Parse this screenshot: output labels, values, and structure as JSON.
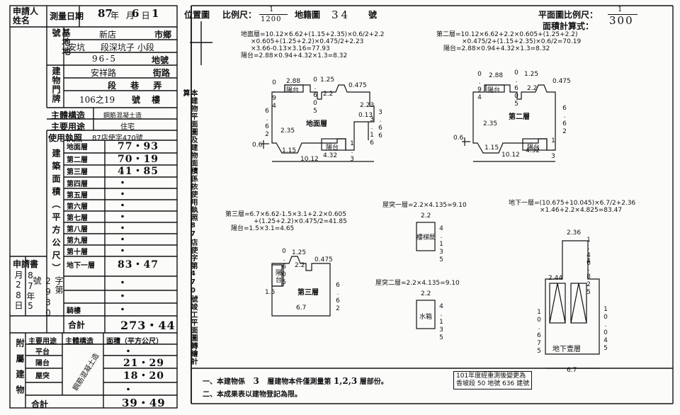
{
  "left_table": {
    "applicant_label": "申請人姓名",
    "survey_date_label": "測量日期",
    "survey_date_year": "87",
    "survey_date_month": "6",
    "survey_date_day": "1",
    "survey_date_text": "年  月  日",
    "base_label": "基地地號",
    "city_suffix": "市鄉",
    "city_value": "新店",
    "section_value": "安坑",
    "subsection_value": "段深坑子 小段",
    "lot_number": "96-5",
    "lot_suffix": "地號",
    "building_label": "建物門牌",
    "road_value": "安祥路",
    "road_suffix": "街路",
    "lane_row": "段  巷  弄",
    "house_no": "106之19",
    "house_suffix": "號  樓",
    "structure_label": "主體構造",
    "structure_value": "鋼筋混凝土造",
    "usage_label": "主要用途",
    "usage_value": "住宅",
    "permit_label": "使用執照",
    "permit_value": "87店使字470號",
    "area_side_label": "建築面積（平方公尺）",
    "floors": [
      {
        "name": "地面層",
        "area": "77・93"
      },
      {
        "name": "第二層",
        "area": "70・19"
      },
      {
        "name": "第三層",
        "area": "41・85"
      },
      {
        "name": "第四層",
        "area": "・"
      },
      {
        "name": "第五層",
        "area": "・"
      },
      {
        "name": "第六層",
        "area": "・"
      },
      {
        "name": "第七層",
        "area": "・"
      },
      {
        "name": "第八層",
        "area": "・"
      },
      {
        "name": "第九層",
        "area": "・"
      },
      {
        "name": "第十層",
        "area": "・"
      },
      {
        "name": "地下一層",
        "area": "83・47"
      },
      {
        "name": "",
        "area": "・"
      },
      {
        "name": "",
        "area": "・"
      },
      {
        "name": "騎樓",
        "area": "・"
      }
    ],
    "total_label": "合計",
    "total_value": "273・44",
    "apply_label": "申請書",
    "apply_date": "87年5月28日",
    "apply_no": "字第2930號",
    "annex_label": "附屬建物",
    "annex_headers": [
      "主要用途",
      "主體構造",
      "面積（平方公尺）"
    ],
    "annex_rows": [
      {
        "use": "平台",
        "area": "・"
      },
      {
        "use": "陽台",
        "area": "21・29"
      },
      {
        "use": "屋突",
        "area": "18・20"
      },
      {
        "use": "",
        "area": "・"
      }
    ],
    "annex_structure": "鋼筋混凝土造",
    "annex_total_label": "合計",
    "annex_total_value": "39・49"
  },
  "middle_note": {
    "text": "本建物平面圖及建物面積係依使用執照87店使字第470號竣工平面圖轉繪計算"
  },
  "header": {
    "location_label": "位置圖",
    "scale_label": "比例尺：",
    "scale_num": "1",
    "scale_den": "1200",
    "cadastral_label": "地籍圖",
    "cadastral_no": "34",
    "cadastral_suffix": "號",
    "plan_scale_label": "平面圖比例尺：",
    "plan_scale_num": "1",
    "plan_scale_den": "300",
    "calc_label": "面積計算式："
  },
  "formulas": {
    "ground": [
      "地面層=10.12×6.62+(1.15+2.35)×0.6/2+2.2",
      "×0.605+(1.25+2.2)×0.475/2+2.23",
      "×3.66-0.13×3.16=77.93",
      "陽台=2.88×0.94+4.32×1.3=8.32"
    ],
    "second": [
      "第二層=10.12×6.62+2.2×0.605+(1.25+2.2)",
      "×0.475/2+(1.15+2.35)×0.6/2=70.19",
      "陽台=2.88×0.94+4.32×1.3=8.32"
    ],
    "third": [
      "第三層=6.7×6.62-1.5×3.1+2.2×0.605",
      "+(1.25+2.2)×0.475/2=41.85",
      "陽台=1.5×3.1=4.65"
    ],
    "roof1": "屋突一層=2.2×4.135=9.10",
    "roof2": "屋突二層=2.2×4.135=9.10",
    "basement": [
      "地下一層=(10.675+10.045)×6.7/2+2.36",
      "×1.46+2.2×4.825=83.47"
    ]
  },
  "plans": {
    "ground_label": "地面層",
    "second_label": "第二層",
    "third_label": "第三層",
    "balcony_label": "陽台",
    "stair_label": "樓梯間",
    "water_label": "水箱",
    "basement_label": "地下壹層",
    "dims": {
      "d288": "2.88",
      "d125": "1.25",
      "d094": "0.94",
      "d0605": "0.605",
      "d0475": "0.475",
      "d22": "2.2",
      "d223": "2.23",
      "d013": "0.13",
      "d366": "3.66",
      "d316": "3.16",
      "d662": "6.62",
      "d235": "2.35",
      "d06": "0.6",
      "d115": "1.15",
      "d432": "4.32",
      "d13": "1.3",
      "d1012": "10.12",
      "d67": "6.7",
      "d15": "1.5",
      "d4135": "4.135",
      "d236": "2.36",
      "d146": "1.46",
      "d4825": "4.825",
      "d244": "2.44",
      "d10675": "10.675",
      "d10045": "10.045"
    }
  },
  "footer": {
    "note1_prefix": "一、本建物係",
    "note1_floors": "3",
    "note1_mid": "層建物本件僅測量第",
    "note1_parts": "1,2,3",
    "note1_suffix": "層部份。",
    "note2": "二、本成果表以建物登記為限。",
    "stamp": [
      "101年度經重測後變更為",
      "香坡段 50 地號 636 建號"
    ]
  }
}
